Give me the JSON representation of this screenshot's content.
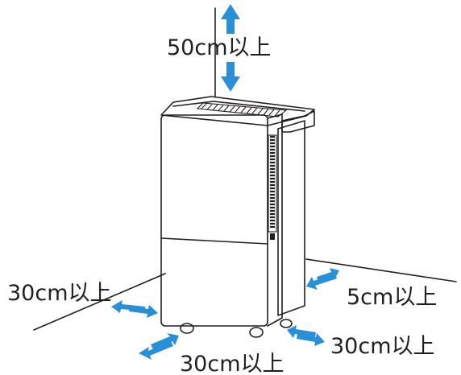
{
  "labels": {
    "top": "50cm以上",
    "left": "30cm以上",
    "right": "5cm以上",
    "front_right": "30cm以上",
    "front": "30cm以上"
  },
  "colors": {
    "arrow": "#2b8fd8",
    "line": "#231f20"
  },
  "icons": {
    "device": "dehumidifier-icon",
    "arrow": "double-headed-arrow"
  }
}
